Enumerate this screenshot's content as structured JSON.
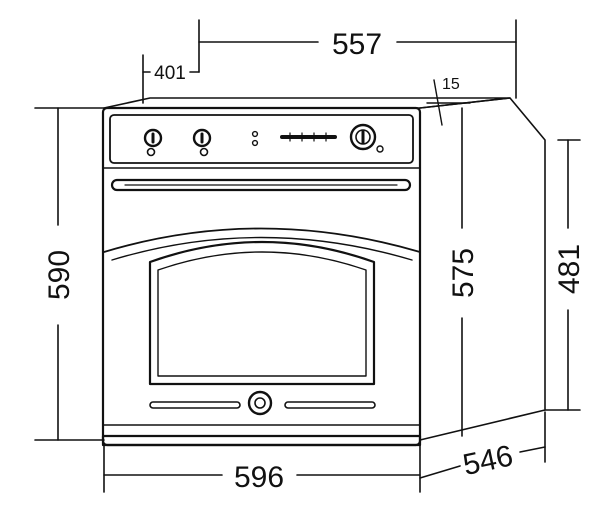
{
  "dimensions": {
    "total_depth": "557",
    "panel_depth": "401",
    "panel_thickness": "15",
    "total_height": "590",
    "cavity_height": "575",
    "niche_height": "481",
    "width": "596",
    "side_depth": "546"
  },
  "colors": {
    "line": "#111111",
    "background": "#ffffff"
  }
}
